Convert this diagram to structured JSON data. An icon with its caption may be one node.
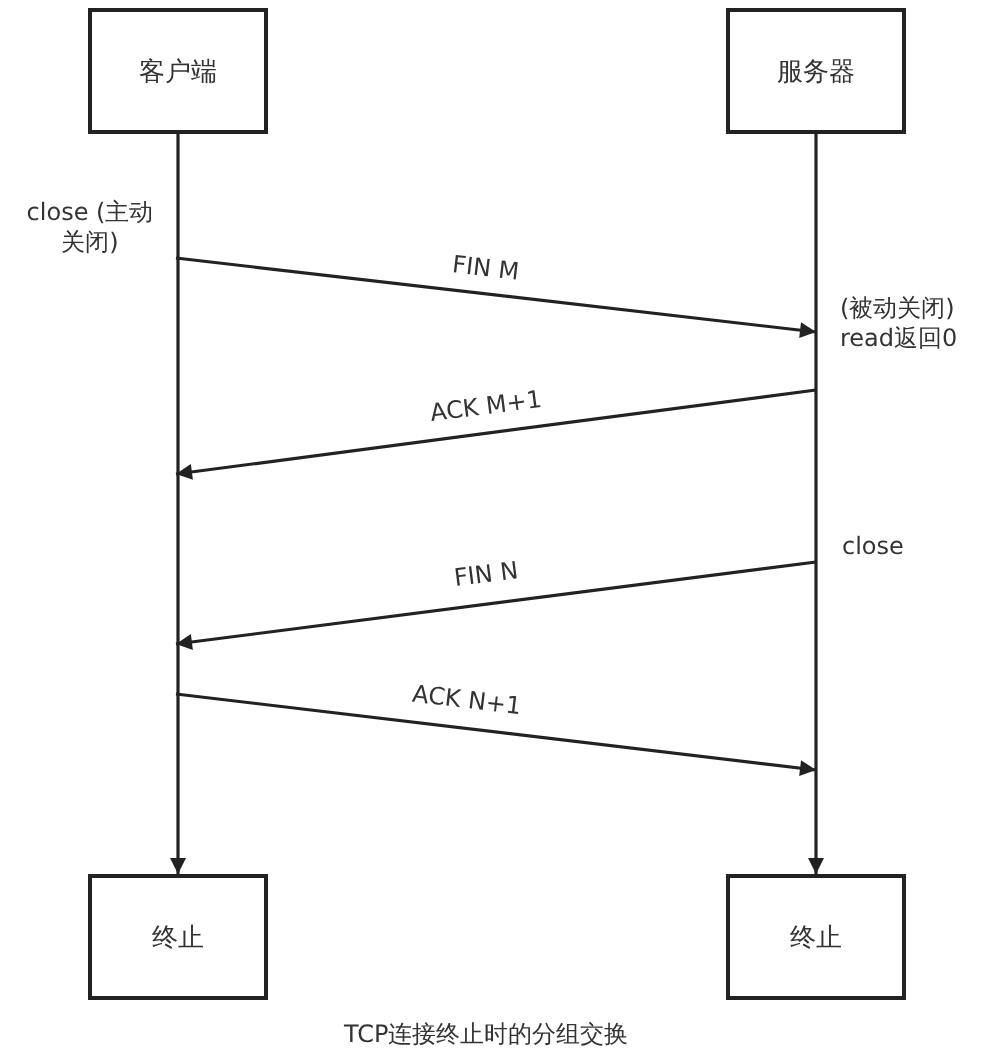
{
  "diagram": {
    "caption": "TCP连接终止时的分组交换",
    "nodes": [
      {
        "text": [
          "客户端"
        ]
      },
      {
        "text": [
          "服务器"
        ]
      },
      {
        "text": [
          "终止"
        ]
      },
      {
        "text": [
          "终止"
        ]
      }
    ],
    "edges": [
      {
        "from": 0,
        "to": 2,
        "arrow": "to"
      },
      {
        "from": 1,
        "to": 3,
        "arrow": "to"
      }
    ],
    "labels": [
      "close (主动关闭)",
      "FIN M",
      "(被动关闭) read返回0",
      "ACK M+1",
      "close",
      "FIN N",
      "ACK N+1"
    ]
  }
}
